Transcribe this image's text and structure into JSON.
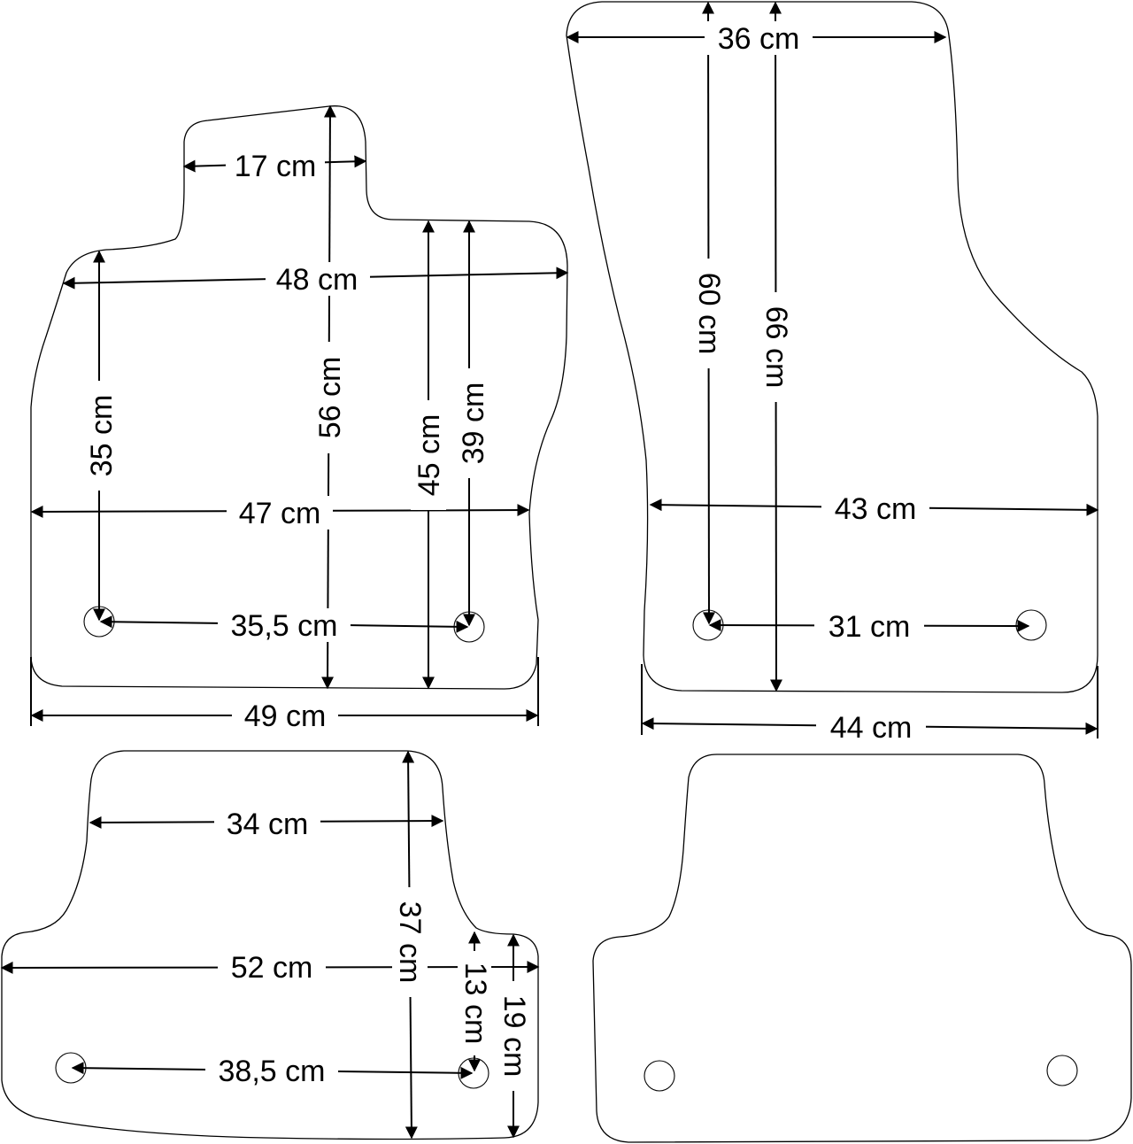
{
  "mats": {
    "driver": {
      "width_top": "17 cm",
      "width_upper": "48 cm",
      "height_total": "56 cm",
      "height_right": "45 cm",
      "height_hole_right": "39 cm",
      "height_hole_left": "35 cm",
      "width_middle": "47 cm",
      "hole_spacing": "35,5 cm",
      "width_bottom": "49 cm"
    },
    "passenger": {
      "width_top": "36 cm",
      "height_hole": "60 cm",
      "height_total": "66 cm",
      "width_middle": "43 cm",
      "hole_spacing": "31 cm",
      "width_bottom": "44 cm"
    },
    "rear_left": {
      "width_top": "34 cm",
      "width_full": "52 cm",
      "height_total": "37 cm",
      "height_hole": "13 cm",
      "height_side": "19 cm",
      "hole_spacing": "38,5 cm"
    }
  }
}
